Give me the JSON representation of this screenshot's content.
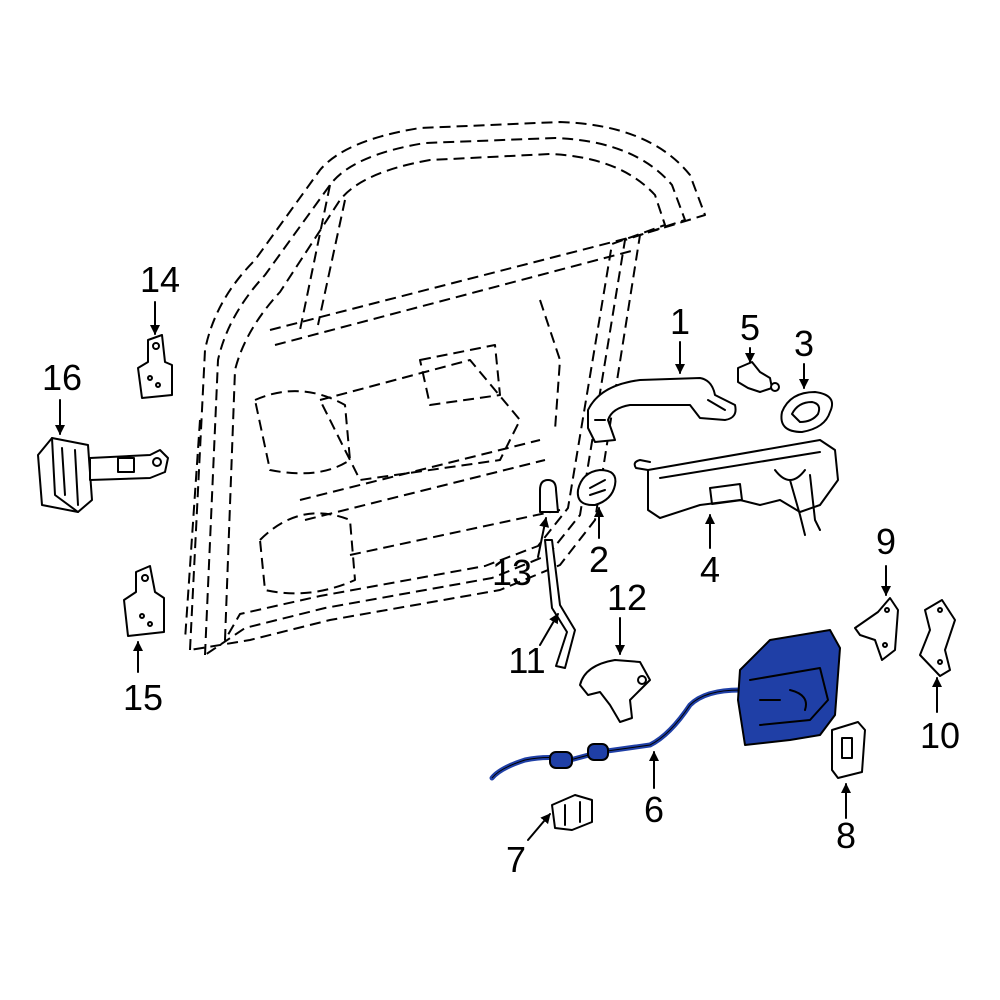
{
  "diagram": {
    "highlight_color": "#1f3fa6",
    "callouts": {
      "c1": "1",
      "c2": "2",
      "c3": "3",
      "c4": "4",
      "c5": "5",
      "c6": "6",
      "c7": "7",
      "c8": "8",
      "c9": "9",
      "c10": "10",
      "c11": "11",
      "c12": "12",
      "c13": "13",
      "c14": "14",
      "c15": "15",
      "c16": "16"
    }
  }
}
